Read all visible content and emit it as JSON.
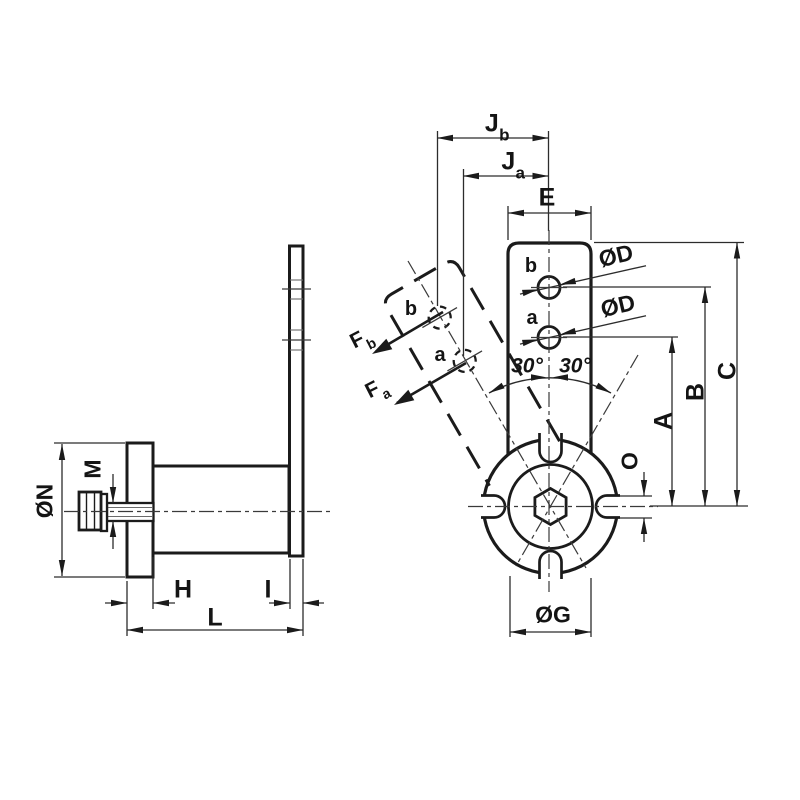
{
  "meta": {
    "description": "Two-view technical dimension drawing of an adjustable pivot bracket with slotted hub and swing arm",
    "background_color": "#ffffff",
    "line_color": "#1b1b1b",
    "views": [
      "side-view",
      "front-view"
    ],
    "angle_between_positions_deg": 60
  },
  "labels": {
    "phi_n": "ØN",
    "m": "M",
    "h": "H",
    "i": "I",
    "l": "L",
    "j_main": "J",
    "sub_b": "b",
    "sub_a": "a",
    "e": "E",
    "phi_d": "ØD",
    "hole_b": "b",
    "hole_a": "a",
    "f_main": "F",
    "angle_left": "30°",
    "angle_right": "30°",
    "dim_a": "A",
    "dim_b": "B",
    "dim_c": "C",
    "dim_o": "O",
    "phi_g": "ØG"
  }
}
